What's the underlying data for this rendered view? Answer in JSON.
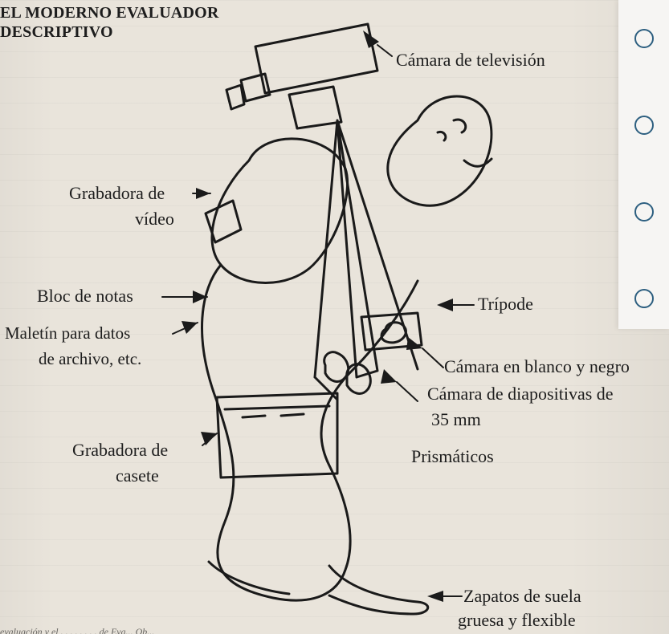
{
  "document": {
    "title_lines": [
      "EL MODERNO EVALUADOR",
      "DESCRIPTIVO"
    ],
    "labels": {
      "camera_tv": "Cámara de televisión",
      "video_recorder_1": "Grabadora de",
      "video_recorder_2": "vídeo",
      "notebook": "Bloc de notas",
      "briefcase_1": "Maletín para datos",
      "briefcase_2": "de archivo, etc.",
      "tripod": "Trípode",
      "bw_camera": "Cámara en blanco y negro",
      "slide_camera_1": "Cámara de diapositivas de",
      "slide_camera_2": "35 mm",
      "binoculars": "Prismáticos",
      "cassette_1": "Grabadora de",
      "cassette_2": "casete",
      "shoes_1": "Zapatos de suela",
      "shoes_2": "gruesa y flexible"
    },
    "caption": "evaluación y el . . . . . . . . de Eva... Ob..."
  },
  "ui": {
    "radio_buttons": [
      {
        "name": "radio-1"
      },
      {
        "name": "radio-2"
      },
      {
        "name": "radio-3"
      },
      {
        "name": "radio-4"
      }
    ]
  }
}
